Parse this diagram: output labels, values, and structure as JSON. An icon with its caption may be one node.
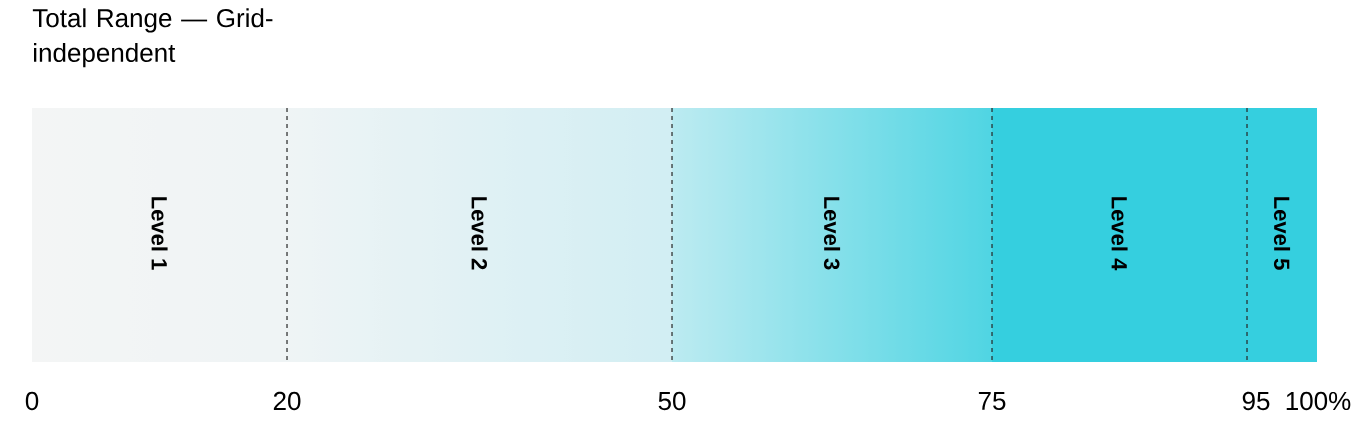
{
  "diagram": {
    "title": "Total Range — Grid-independent",
    "nodes": [
      {
        "text": [
          "Level 1"
        ]
      },
      {
        "text": [
          "Level 2"
        ]
      },
      {
        "text": [
          "Level 3"
        ]
      },
      {
        "text": [
          "Level 4"
        ]
      },
      {
        "text": [
          "Level 5"
        ]
      }
    ],
    "labels": [
      "0",
      "20",
      "50",
      "75",
      "95",
      "100%"
    ]
  }
}
